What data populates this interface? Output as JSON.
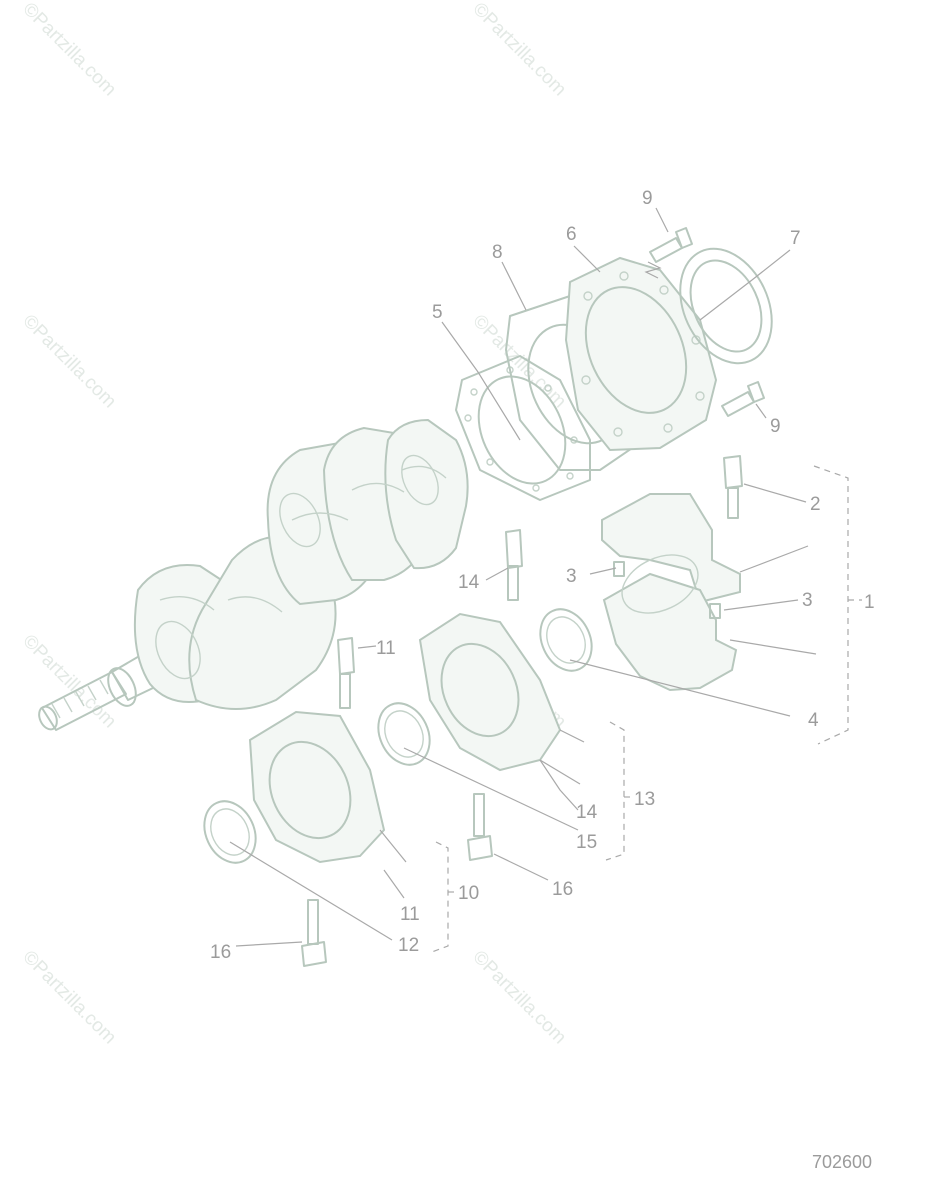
{
  "watermark": {
    "text": "©Partzilla.com"
  },
  "callouts": {
    "c1": "1",
    "c2": "2",
    "c3a": "3",
    "c3b": "3",
    "c4": "4",
    "c5": "5",
    "c6": "6",
    "c7": "7",
    "c8": "8",
    "c9a": "9",
    "c9b": "9",
    "c10": "10",
    "c11a": "11",
    "c11b": "11",
    "c12": "12",
    "c13": "13",
    "c14a": "14",
    "c14b": "14",
    "c15": "15",
    "c16a": "16",
    "c16b": "16"
  },
  "diagram_ref": "702600",
  "colors": {
    "line": "#b7c7bd",
    "label": "#9b9b9b",
    "watermark": "#e3e9e5"
  }
}
